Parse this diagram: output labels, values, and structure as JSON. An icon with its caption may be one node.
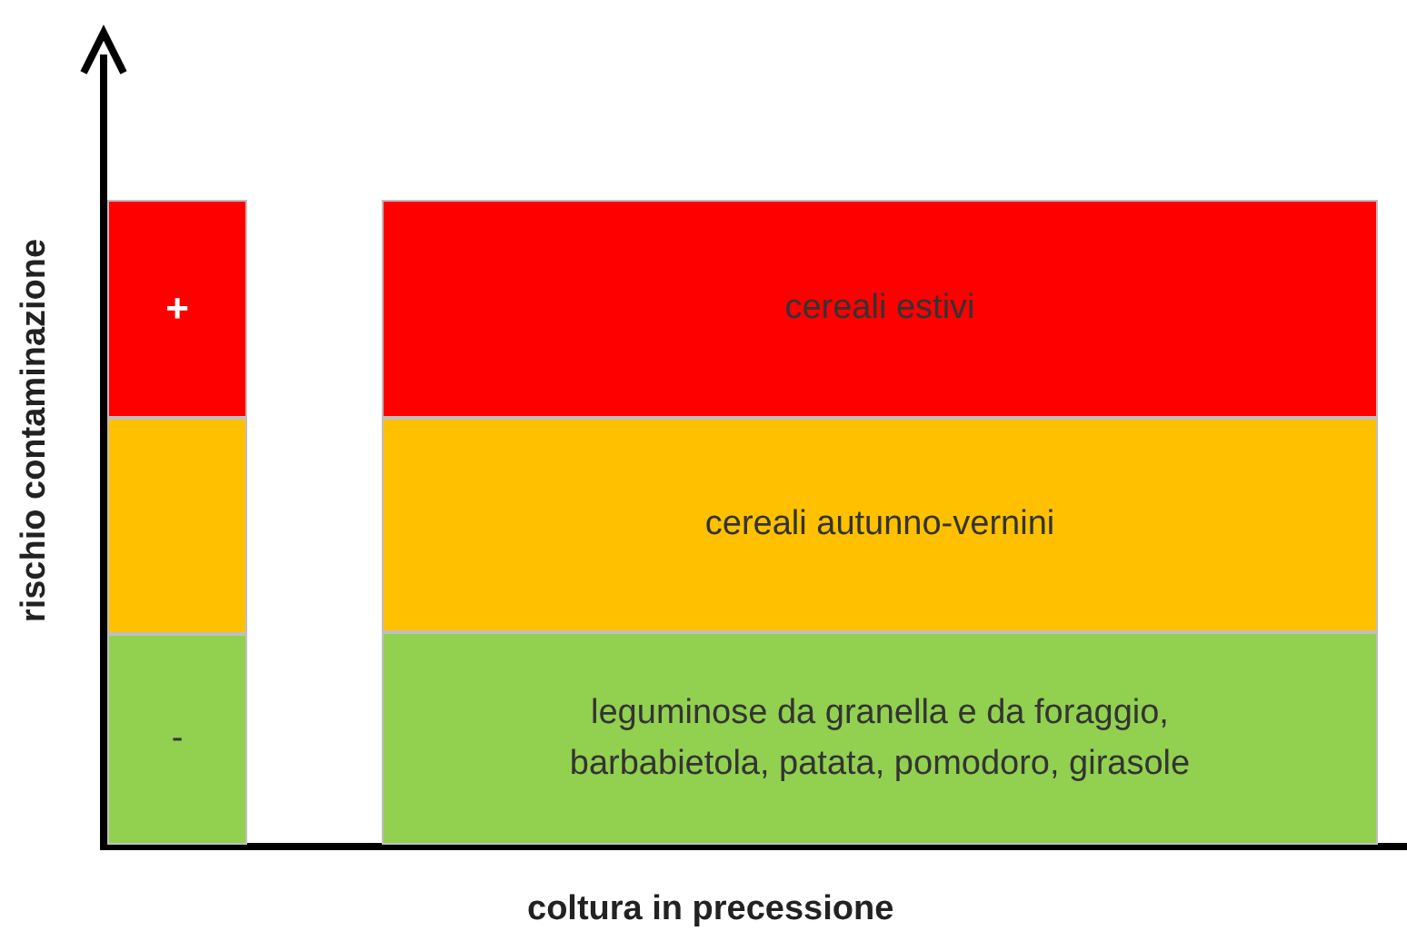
{
  "diagram": {
    "nodes": [
      {
        "text": [
          "+"
        ]
      },
      {
        "text": [],
        "shape": "box"
      },
      {
        "text": [
          "-"
        ]
      },
      {
        "text": [
          "cereali estivi"
        ]
      },
      {
        "text": [
          "cereali autunno-vernini"
        ]
      },
      {
        "text": [
          "leguminose da granella e da foraggio, barbabietola, patata, pomodoro, girasole"
        ]
      }
    ],
    "labels": [
      "rischio contaminazione",
      "coltura in precessione"
    ]
  }
}
